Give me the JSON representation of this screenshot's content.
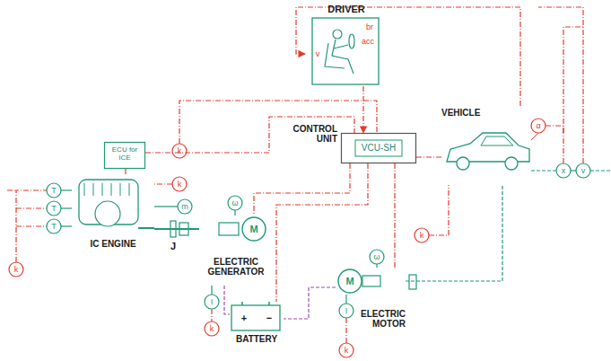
{
  "diagram": {
    "nodes": [
      {
        "text": [
          "DRIVER"
        ]
      },
      {
        "text": [
          "CONTROL UNIT",
          "VCU-SH"
        ]
      },
      {
        "text": [
          "VEHICLE"
        ]
      },
      {
        "text": [
          "ECU for ICE"
        ]
      },
      {
        "text": [
          "IC ENGINE"
        ]
      },
      {
        "text": [
          "M",
          "ELECTRIC GENERATOR"
        ]
      },
      {
        "text": [
          "BATTERY"
        ]
      },
      {
        "text": [
          "M",
          "ELECTRIC MOTOR"
        ]
      }
    ],
    "edges": [
      {
        "from": 0,
        "to": 1,
        "arrow": "to"
      },
      {
        "from": 2,
        "to": 0,
        "arrow": "to"
      },
      {
        "from": 3,
        "to": 1,
        "arrow": "none"
      },
      {
        "from": 3,
        "to": 4,
        "arrow": "none"
      },
      {
        "from": 1,
        "to": 5,
        "arrow": "none"
      },
      {
        "from": 1,
        "to": 6,
        "arrow": "none"
      },
      {
        "from": 1,
        "to": 7,
        "arrow": "none"
      },
      {
        "from": 1,
        "to": 2,
        "arrow": "none"
      },
      {
        "from": 4,
        "to": 5,
        "arrow": "none"
      },
      {
        "from": 5,
        "to": 6,
        "arrow": "none"
      },
      {
        "from": 7,
        "to": 6,
        "arrow": "none"
      },
      {
        "from": 7,
        "to": 2,
        "arrow": "none"
      }
    ],
    "labels": [
      "br",
      "acc",
      "v",
      "k",
      "k",
      "k",
      "k",
      "k",
      "k",
      "T",
      "T",
      "T",
      "m",
      "ω",
      "ω",
      "J",
      "I",
      "I",
      "x",
      "v",
      "α",
      "+",
      "−"
    ]
  }
}
